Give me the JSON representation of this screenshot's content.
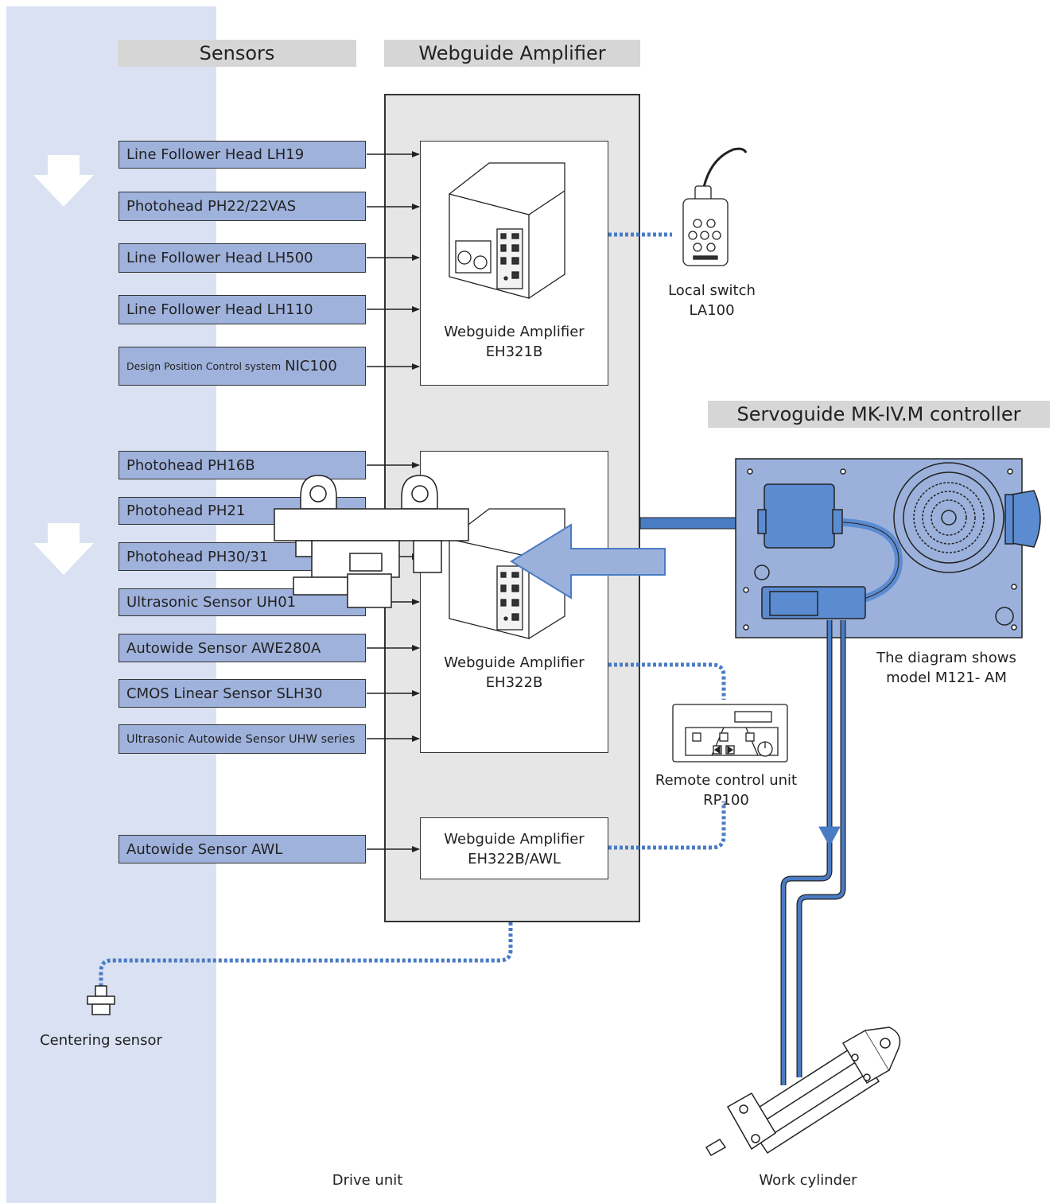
{
  "headers": {
    "sensors": "Sensors",
    "webguide_amplifier": "Webguide Amplifier",
    "servoguide": "Servoguide MK-IV.M controller"
  },
  "sensors": [
    {
      "label": "Line Follower Head LH19"
    },
    {
      "label": "Photohead PH22/22VAS"
    },
    {
      "label": "Line Follower Head LH500"
    },
    {
      "label": "Line Follower Head LH110"
    },
    {
      "label": "Design Position Control system",
      "suffix": "NIC100"
    },
    {
      "label": "Photohead PH16B"
    },
    {
      "label": "Photohead PH21"
    },
    {
      "label": "Photohead PH30/31"
    },
    {
      "label": "Ultrasonic Sensor UH01"
    },
    {
      "label": "Autowide Sensor AWE280A"
    },
    {
      "label": "CMOS Linear Sensor SLH30"
    },
    {
      "label": "Ultrasonic Autowide Sensor UHW series"
    },
    {
      "label": "Autowide Sensor AWL"
    }
  ],
  "amplifiers": [
    {
      "line1": "Webguide Amplifier",
      "line2": "EH321B"
    },
    {
      "line1": "Webguide Amplifier",
      "line2": "EH322B"
    },
    {
      "line1": "Webguide Amplifier",
      "line2": "EH322B/AWL"
    }
  ],
  "local_switch": {
    "line1": "Local switch",
    "line2": "LA100"
  },
  "remote_unit": {
    "line1": "Remote control unit",
    "line2": "RP100"
  },
  "controller_note": {
    "line1": "The diagram shows",
    "line2": "model M121- AM"
  },
  "centering_sensor": "Centering sensor",
  "drive_unit": "Drive unit",
  "work_cylinder": "Work cylinder",
  "colors": {
    "band": "#d9e1f2",
    "sensor_box": "#9fb2dc",
    "link_blue": "#4a7cc4",
    "controller_panel": "#9bb1dc"
  }
}
